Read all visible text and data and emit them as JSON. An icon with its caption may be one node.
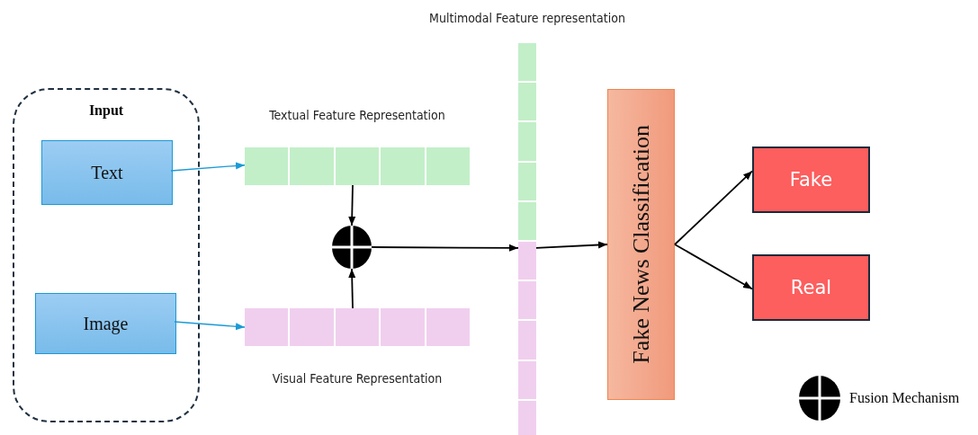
{
  "diagram": {
    "nodes": [
      {
        "text": [
          "Input"
        ]
      },
      {
        "text": [
          "Text"
        ],
        "in": 0
      },
      {
        "text": [
          "Image"
        ],
        "in": 0
      },
      {
        "text": [
          "Textual Feature Representation"
        ]
      },
      {
        "text": [],
        "shape": "circle"
      },
      {
        "text": [
          "Visual Feature Representation"
        ]
      },
      {
        "text": [
          "Multimodal Feature representation"
        ]
      },
      {
        "text": [
          "Fake News Classification"
        ]
      },
      {
        "text": [
          "Fake"
        ]
      },
      {
        "text": [
          "Real"
        ]
      }
    ],
    "edges": [
      {
        "from": 1,
        "to": 3,
        "arrow": "to",
        "color": "#1a9ad6"
      },
      {
        "from": 2,
        "to": 5,
        "arrow": "to",
        "color": "#1a9ad6"
      },
      {
        "from": 3,
        "to": 4,
        "arrow": "to"
      },
      {
        "from": 5,
        "to": 4,
        "arrow": "to"
      },
      {
        "from": 4,
        "to": 6,
        "arrow": "to"
      },
      {
        "from": 6,
        "to": 7,
        "arrow": "to"
      },
      {
        "from": 7,
        "to": 8,
        "arrow": "to"
      },
      {
        "from": 7,
        "to": 9,
        "arrow": "to"
      }
    ],
    "legend": [
      {
        "text": "Fusion Mechanism"
      }
    ]
  }
}
